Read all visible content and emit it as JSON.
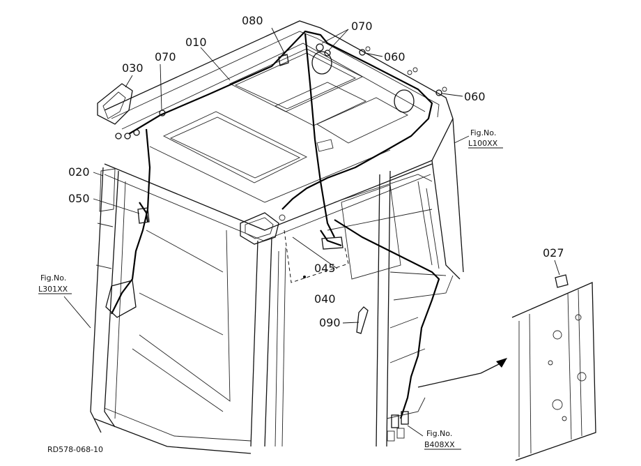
{
  "diagram": {
    "drawing_code": "RD578-068-10",
    "callouts": {
      "c010": "010",
      "c020": "020",
      "c027": "027",
      "c030": "030",
      "c040": "040",
      "c045": "045",
      "c050": "050",
      "c060a": "060",
      "c060b": "060",
      "c070a": "070",
      "c070b": "070",
      "c080": "080",
      "c090": "090"
    },
    "figure_refs": {
      "l100": {
        "line1": "Fig.No.",
        "line2": "L100XX"
      },
      "l301": {
        "line1": "Fig.No.",
        "line2": "L301XX"
      },
      "b408": {
        "line1": "Fig.No.",
        "line2": "B408XX"
      }
    }
  }
}
